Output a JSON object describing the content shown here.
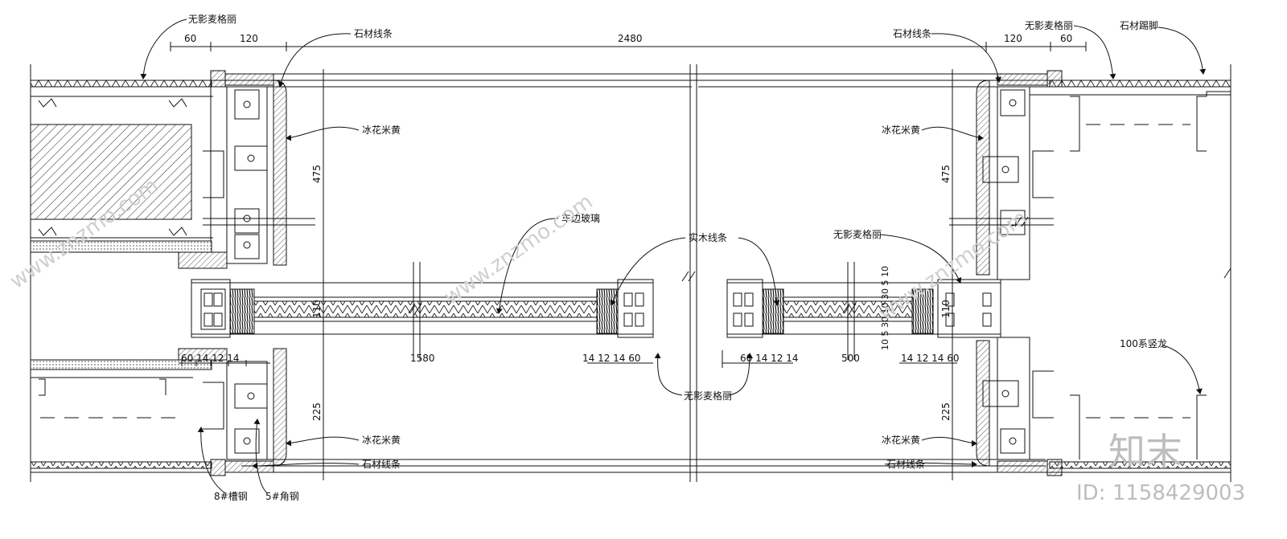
{
  "dims_top": {
    "d60_left": "60",
    "d120_left": "120",
    "d2480": "2480",
    "d120_right": "120",
    "d60_right": "60"
  },
  "dims_vertical": {
    "left_475": "475",
    "left_225": "225",
    "left_110": "110",
    "right_475": "475",
    "right_225": "225",
    "right_110": "110",
    "right_stack": "10 5 30 10 30 5 10"
  },
  "dims_bottom": {
    "left_small": "60 14 12 14",
    "left_1580": "1580",
    "left_mid": "14 12 14 60",
    "right_small": "60 14 12 14",
    "right_500": "500",
    "right_mid": "14 12 14 60"
  },
  "labels": {
    "wuying_top_left": "无影麦格丽",
    "shicai_xiantiao_top_left": "石材线条",
    "shicai_xiantiao_top_right": "石材线条",
    "wuying_top_right": "无影麦格丽",
    "shicai_tijiao": "石材踢脚",
    "binghua_left_top": "冰花米黄",
    "binghua_right_top": "冰花米黄",
    "chebian_boli": "车边玻璃",
    "shimu_xiantiao": "实木线条",
    "wuying_mid_right": "无影麦格丽",
    "wuying_bottom_center": "无影麦格丽",
    "binghua_left_bottom": "冰花米黄",
    "binghua_right_bottom": "冰花米黄",
    "shicai_xiantiao_bottom_left": "石材线条",
    "shicai_xiantiao_bottom_right": "石材线条",
    "caogang": "8#槽钢",
    "jiaogang": "5#角钢",
    "shulong": "100系竖龙"
  },
  "watermark": {
    "brand": "知末",
    "id": "ID: 1158429003",
    "url": "www.znzmo.com"
  }
}
